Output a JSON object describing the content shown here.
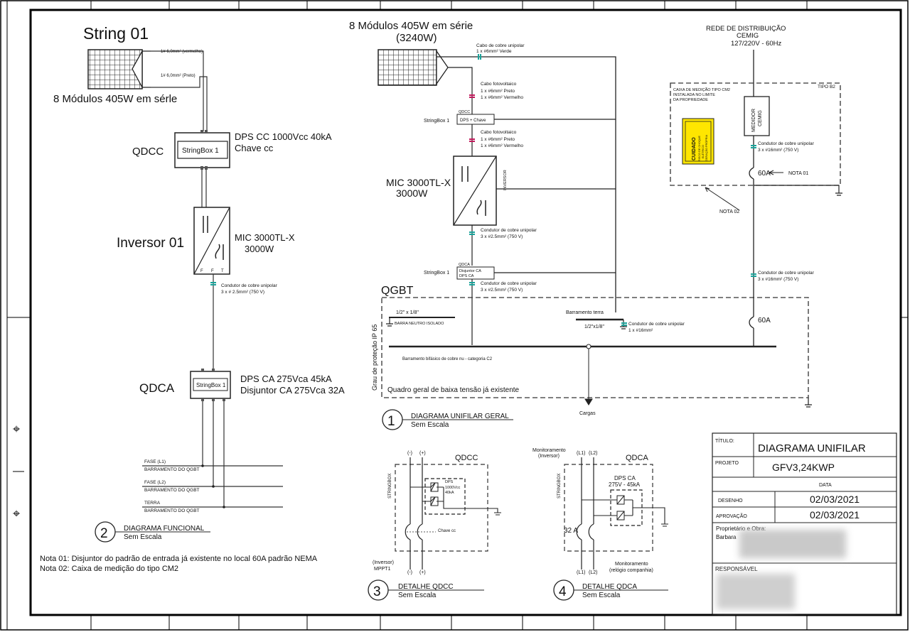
{
  "left": {
    "string_title": "String 01",
    "string_modules": "8 Módulos 405W em sérle",
    "cable_red": "1# 6,0mm² (vermelho)",
    "cable_black": "1# 6,0mm² (Preto)",
    "qdcc_label": "QDCC",
    "stringbox1": "StringBox 1",
    "dps_cc": "DPS CC 1000Vcc 40kA",
    "chave_cc": "Chave cc",
    "inverter_label": "Inversor 01",
    "inverter_model": "MIC 3000TL-X",
    "inverter_power": "3000W",
    "pin_f": "F",
    "pin_f2": "F",
    "pin_t": "T",
    "cond_ca_1": "Condutor de cobre unipolar",
    "cond_ca_2": "3 x # 2.5mm² (750 V)",
    "qdca_label": "QDCA",
    "stringbox_small": "StringBox 1",
    "dps_ca": "DPS CA 275Vca 45kA",
    "disj_ca": "Disjuntor CA 275Vca 32A",
    "fase_l1": "FASE (L1)",
    "barr1": "BARRAMENTO DO QGBT",
    "fase_l2": "FASE (L2)",
    "barr2": "BARRAMENTO DO QGBT",
    "terra": "TERRA",
    "barr3": "BARRAMENTO DO QGBT",
    "diag2_num": "2",
    "diag2_title": "DIAGRAMA FUNCIONAL",
    "diag2_scale": "Sem Escala",
    "nota1": "Nota 01: Disjuntor do padrão de entrada já existente no local 60A padrão NEMA",
    "nota2": "Nota 02: Caixa de medição do tipo CM2"
  },
  "center": {
    "modules_1": "8 Módulos 405W em série",
    "modules_2": "(3240W)",
    "green_cable_1": "Cabo de cobre unipolar",
    "green_cable_2": "1 x #6mm² Verde",
    "pv_cable_a1": "Cabo fotovoltaico",
    "pv_cable_a2": "1 x #6mm² Preto",
    "pv_cable_a3": "1 x #6mm² Vermelho",
    "stringbox_top": "StringBox 1",
    "qdcc_small": "QDCC",
    "dps_chave": "DPS + Chave",
    "pv_cable_b1": "Cabo fotovoltaico",
    "pv_cable_b2": "1 x #6mm² Preto",
    "pv_cable_b3": "1 x #6mm² Vermelho",
    "inverter_model": "MIC 3000TL-X",
    "inverter_power": "3000W",
    "inversor_vertical": "INVERSOR",
    "cond_a1": "Condutor de cobre unipolar",
    "cond_a2": "3 x #2.5mm² (750 V)",
    "stringbox_bottom": "StringBox 1",
    "qdca_small": "QDCA",
    "disj_ca_small": "Disjuntor CA",
    "dps_ca_small": "DPS CA",
    "cond_b1": "Condutor de cobre unipolar",
    "cond_b2": "3 x #2.5mm² (750 V)",
    "qgbt_label": "QGBT",
    "bar_size_1": "1/2\" x 1/8\"",
    "barra_neutro": "BARRA NEUTRO ISOLADO",
    "barramento_terra": "Barramento terra",
    "bar_size_2": "1/2\"x1/8\"",
    "cond_c1": "Condutor de cobre unipolar",
    "cond_c2": "1 x #16mm²",
    "barramento_bif": "Barramento bifásico de cobre nu - categoria C2",
    "grau_protecao": "Grau de proteção IP 65",
    "quadro_geral": "Quadro geral de baixa tensão já existente",
    "cargas": "Cargas",
    "diag1_num": "1",
    "diag1_title": "DIAGRAMA UNIFILAR GERAL",
    "diag1_scale": "Sem Escala"
  },
  "right": {
    "rede_1": "REDE DE DISTRIBUIÇÃO",
    "rede_2": "CEMIG",
    "rede_3": "127/220V - 60Hz",
    "tipo": "TIPO B2",
    "caixa_1": "CAIXA DE MEDIÇÃO TIPO CM2",
    "caixa_2": "INSTALADA NO LIMITE",
    "caixa_3": "DA PROPRIEDADE",
    "cuidado": "CUIDADO",
    "cuidado_sub1": "RISCO DE CHOQUE",
    "cuidado_sub2": "ELÉTRICO",
    "cuidado_sub3": "GERAÇÃO PRÓPRIA",
    "medidor_1": "MEDIDOR",
    "medidor_2": "CEMIG",
    "cond_d1": "Condutor de cobre unipolar",
    "cond_d2": "3 x #16mm² (750 V)",
    "disj_60a": "60A",
    "nota01": "NOTA 01",
    "nota02": "NOTA 02",
    "cond_e1": "Condutor de cobre unipolar",
    "cond_e2": "3 x #16mm² (750 V)",
    "disj_60a_2": "60A"
  },
  "detail3": {
    "minus_top": "(-)",
    "plus_top": "(+)",
    "qdcc": "QDCC",
    "stringbox_vertical": "STRINGBOX",
    "dps": "DPS",
    "dps_v": "1000Vcc",
    "dps_ka": "40kA",
    "chave_cc": "Chave cc",
    "inversor": "(Inversor)",
    "mppt": "MPPT1",
    "minus_bot": "(-)",
    "plus_bot": "(+)",
    "num": "3",
    "title": "DETALHE QDCC",
    "scale": "Sem Escala"
  },
  "detail4": {
    "monit_1": "Monitoramento",
    "monit_2": "(Inversor)",
    "l1_top": "(L1)",
    "l2_top": "(L2)",
    "qdca": "QDCA",
    "stringbox_vertical": "STRINGBOX",
    "dps_ca": "DPS CA",
    "dps_spec": "275V - 45kA",
    "breaker": "32 A",
    "l1_bot": "(L1)",
    "l2_bot": "(L2)",
    "monit_b1": "Monitoramento",
    "monit_b2": "(relógio companhia)",
    "num": "4",
    "title": "DETALHE QDCA",
    "scale": "Sem Escala"
  },
  "title_block": {
    "titulo_label": "TÍTULO:",
    "titulo": "DIAGRAMA UNIFILAR",
    "projeto_label": "PROJETO",
    "projeto": "GFV3,24KWP",
    "data_label": "DATA",
    "desenho_label": "DESENHO",
    "desenho_date": "02/03/2021",
    "aprovacao_label": "APROVAÇÃO",
    "aprovacao_date": "02/03/2021",
    "proprietario_label": "Proprietário e Obra:",
    "proprietario_name": "Barbara",
    "responsavel_label": "RESPONSÁVEL"
  },
  "margin": {
    "target_1": "⌖",
    "dash": "—",
    "target_2": "⌖"
  }
}
